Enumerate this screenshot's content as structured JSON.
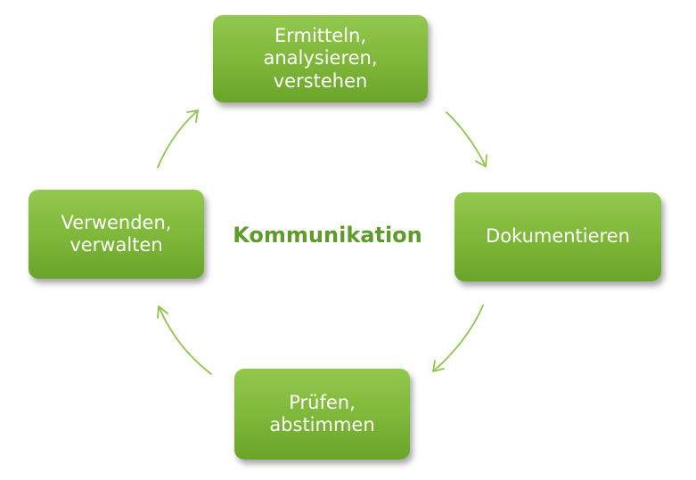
{
  "diagram": {
    "center": "Kommunikation",
    "nodes": {
      "top": "Ermitteln,\nanalysieren,\nverstehen",
      "right": "Dokumentieren",
      "bottom": "Prüfen,\nabstimmen",
      "left": "Verwenden,\nverwalten"
    },
    "colors": {
      "node_fill": "#7db638",
      "node_text": "#ffffff",
      "center_text": "#5e9b2a",
      "arrow": "#8fc54f"
    },
    "flow_direction": "clockwise"
  }
}
